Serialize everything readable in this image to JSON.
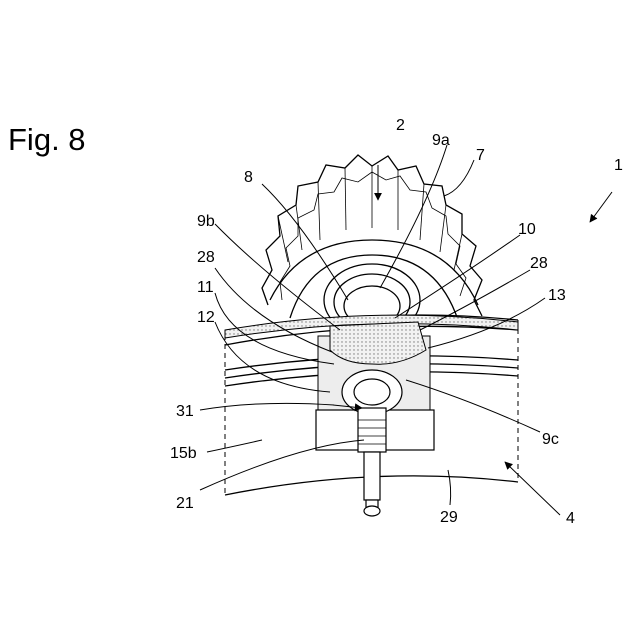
{
  "figure": {
    "title": "Fig. 8",
    "labels": {
      "l1": "1",
      "l2": "2",
      "l9a": "9a",
      "l7": "7",
      "l8": "8",
      "l9b": "9b",
      "l10": "10",
      "l28a": "28",
      "l28b": "28",
      "l11": "11",
      "l13": "13",
      "l12": "12",
      "l31": "31",
      "l9c": "9c",
      "l15b": "15b",
      "l21": "21",
      "l29": "29",
      "l4": "4"
    }
  }
}
